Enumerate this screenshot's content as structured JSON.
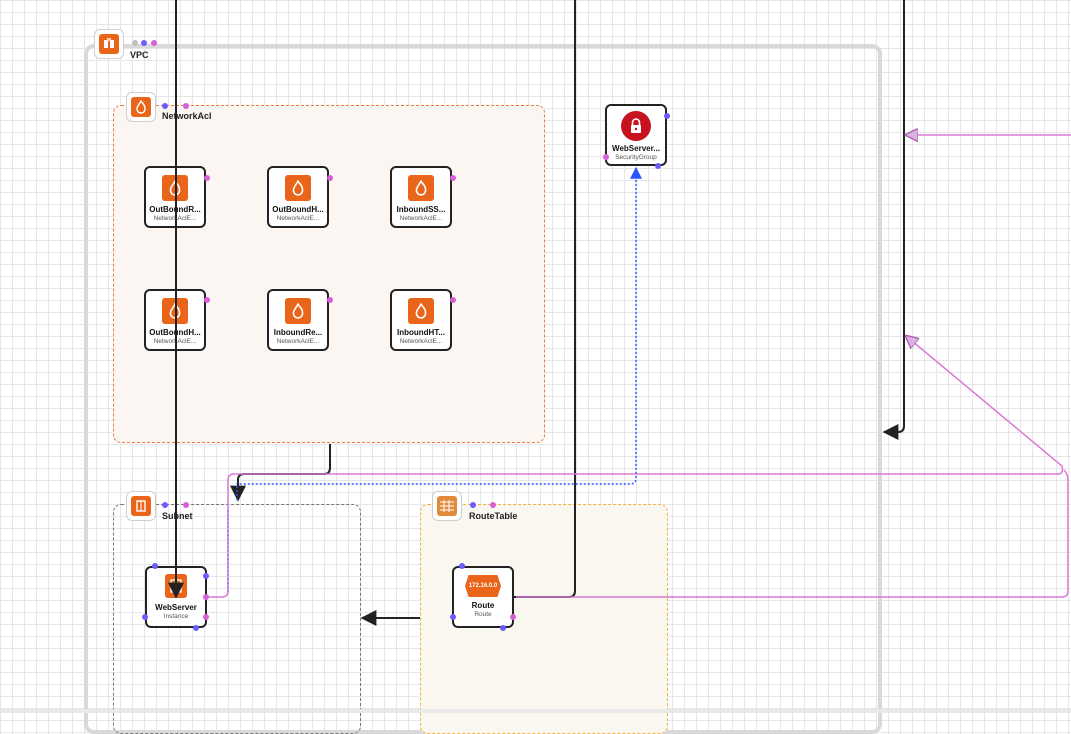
{
  "containers": {
    "vpc": {
      "label": "VPC"
    },
    "network_acl": {
      "label": "NetworkAcl"
    },
    "subnet": {
      "label": "Subnet"
    },
    "route_table": {
      "label": "RouteTable"
    }
  },
  "nodes": {
    "acl_1": {
      "title": "OutBoundR...",
      "type": "NetworkAclE..."
    },
    "acl_2": {
      "title": "OutBoundH...",
      "type": "NetworkAclE..."
    },
    "acl_3": {
      "title": "InboundSS...",
      "type": "NetworkAclE..."
    },
    "acl_4": {
      "title": "OutBoundH...",
      "type": "NetworkAclE..."
    },
    "acl_5": {
      "title": "InboundRe...",
      "type": "NetworkAclE..."
    },
    "acl_6": {
      "title": "InboundHT...",
      "type": "NetworkAclE..."
    },
    "security_group": {
      "title": "WebServer...",
      "type": "SecurityGroup"
    },
    "instance": {
      "title": "WebServer",
      "type": "Instance"
    },
    "route": {
      "title": "Route",
      "type": "Route",
      "badge": "172.16.0.0"
    }
  },
  "colors": {
    "aws_orange": "#e8651a",
    "security_red": "#c7131f",
    "link_pink": "#d87ad8",
    "link_blue": "#6a5cff",
    "edge_dark": "#222222"
  },
  "icons": {
    "vpc": "vpc-cloud-icon",
    "network_acl": "firewall-icon",
    "subnet": "subnet-icon",
    "route_table": "route-table-icon",
    "security_group": "lock-icon",
    "instance": "ec2-instance-icon"
  }
}
